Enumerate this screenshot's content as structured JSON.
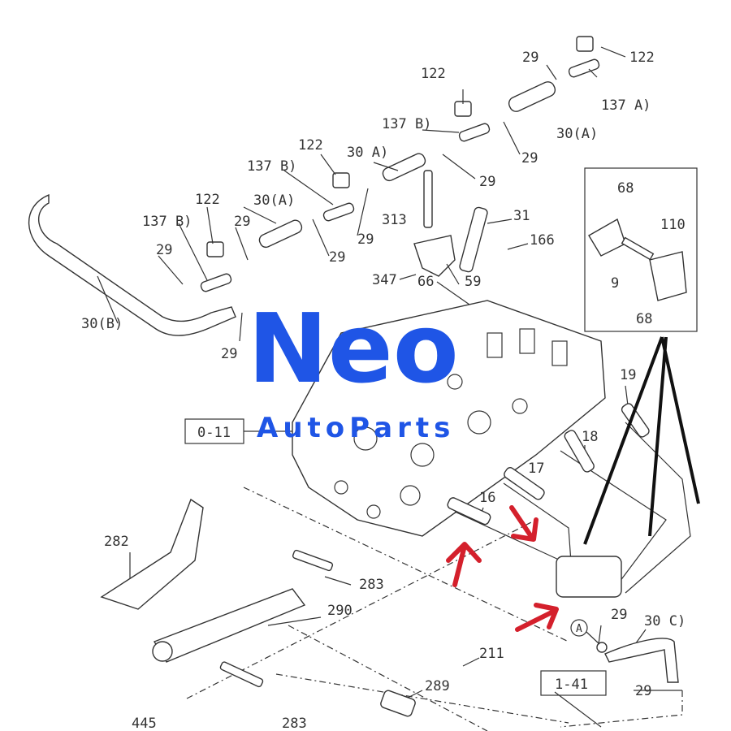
{
  "diagram": {
    "labels": [
      "122",
      "29",
      "137 A)",
      "122",
      "137 B)",
      "30(A)",
      "29",
      "122",
      "30 A)",
      "29",
      "137 B)",
      "122",
      "313",
      "30(A)",
      "31",
      "137 B)",
      "29",
      "29",
      "29",
      "166",
      "29",
      "59",
      "347",
      "66",
      "30(B)",
      "29",
      "68",
      "110",
      "9",
      "68",
      "19",
      "18",
      "17",
      "16",
      "282",
      "283",
      "290",
      "29",
      "30 C)",
      "211",
      "289",
      "29",
      "445",
      "283"
    ],
    "ref_boxes": [
      "0-11",
      "1-41"
    ],
    "circle_marker": "A"
  },
  "watermark": {
    "brand": "Neo",
    "sub": "AutoParts",
    "color": "#1f55e6"
  },
  "arrow_color": "#d4202c"
}
